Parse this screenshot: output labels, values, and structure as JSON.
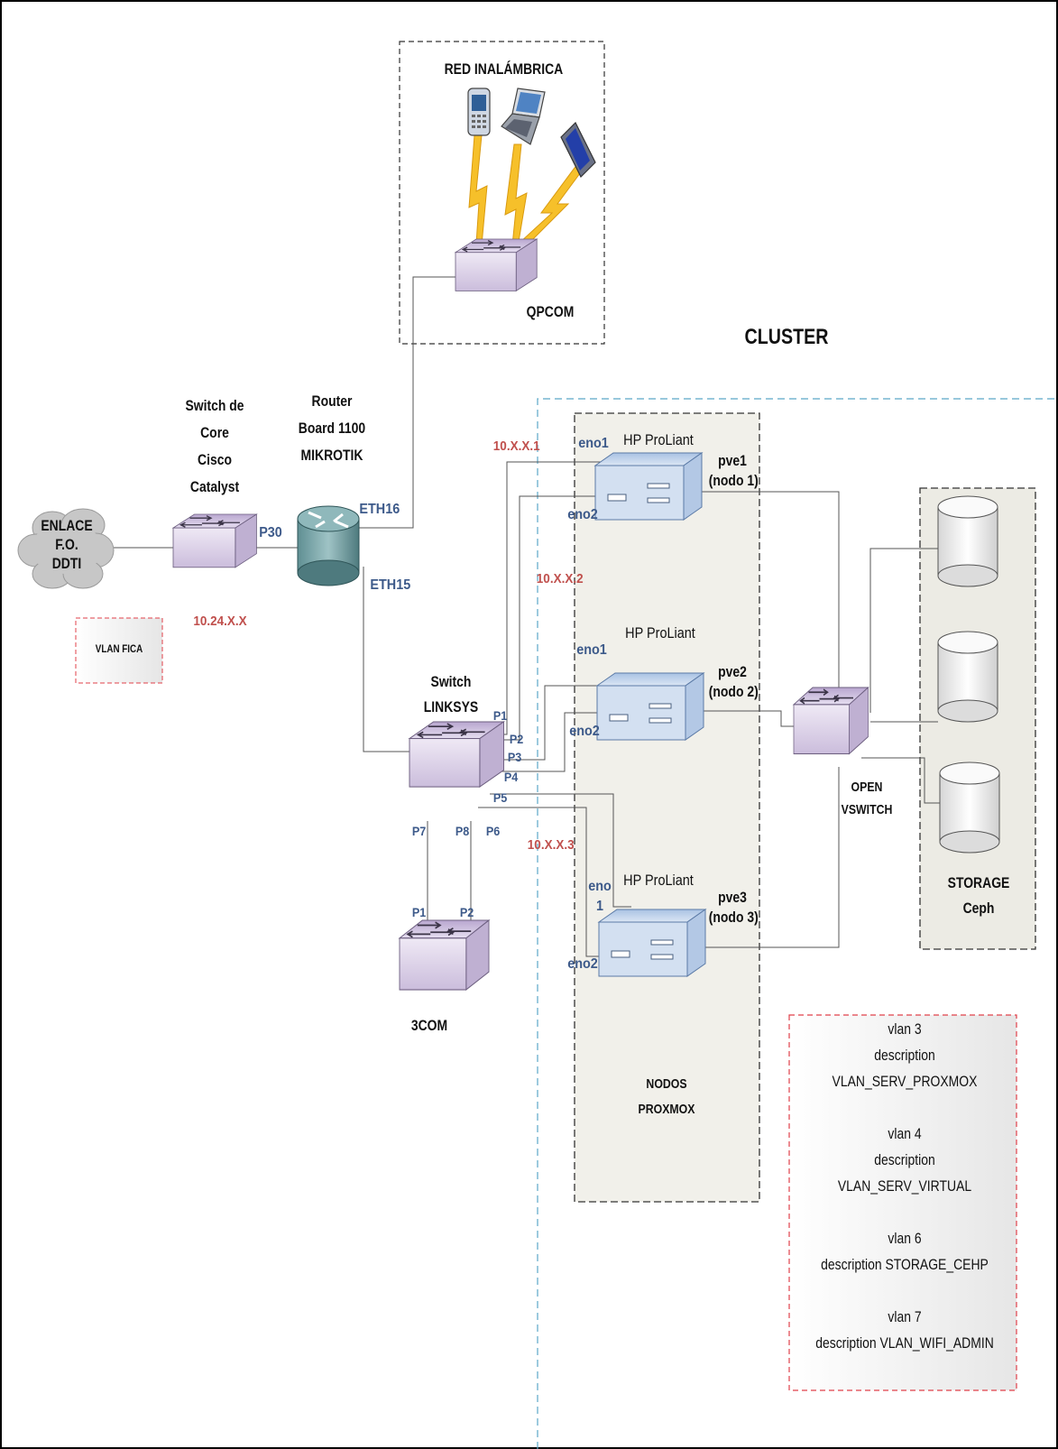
{
  "wireless": {
    "title": "RED INALÁMBRICA",
    "ap_label": "QPCOM"
  },
  "cluster_title": "CLUSTER",
  "link": {
    "line1": "ENLACE",
    "line2": "F.O.",
    "line3": "DDTI"
  },
  "core_switch": {
    "line1": "Switch de",
    "line2": "Core",
    "line3": "Cisco",
    "line4": "Catalyst",
    "port": "P30",
    "ip": "10.24.X.X"
  },
  "router": {
    "line1": "Router",
    "line2": "Board 1100",
    "line3": "MIKROTIK",
    "eth16": "ETH16",
    "eth15": "ETH15"
  },
  "vlan_fica": "VLAN FICA",
  "linksys": {
    "line1": "Switch",
    "line2": "LINKSYS",
    "ports": {
      "p1": "P1",
      "p2": "P2",
      "p3": "P3",
      "p4": "P4",
      "p5": "P5",
      "p6": "P6",
      "p7": "P7",
      "p8": "P8"
    }
  },
  "threecom": {
    "label": "3COM",
    "p1": "P1",
    "p2": "P2"
  },
  "nodes_group": {
    "line1": "NODOS",
    "line2": "PROXMOX"
  },
  "nodes": [
    {
      "model": "HP ProLiant",
      "name": "pve1",
      "sub": "(nodo 1)",
      "if1": "eno1",
      "if2": "eno2",
      "ip": "10.X.X.1"
    },
    {
      "model": "HP ProLiant",
      "name": "pve2",
      "sub": "(nodo 2)",
      "if1": "eno1",
      "if2": "eno2",
      "ip": "10.X.X.2"
    },
    {
      "model": "HP ProLiant",
      "name": "pve3",
      "sub": "(nodo 3)",
      "if1a": "eno",
      "if1b": "1",
      "if2": "eno2",
      "ip": "10.X.X.3"
    }
  ],
  "ovs": {
    "line1": "OPEN",
    "line2": "VSWITCH"
  },
  "storage": {
    "line1": "STORAGE",
    "line2": "Ceph"
  },
  "vlans": [
    {
      "id": "vlan 3",
      "desc1": "description",
      "desc2": "VLAN_SERV_PROXMOX"
    },
    {
      "id": "vlan 4",
      "desc1": "description",
      "desc2": "VLAN_SERV_VIRTUAL"
    },
    {
      "id": "vlan 6",
      "desc": "description STORAGE_CEHP"
    },
    {
      "id": "vlan 7",
      "desc": "description VLAN_WIFI_ADMIN"
    }
  ],
  "colors": {
    "port_text": "#3d5a8a",
    "ip_text": "#c0504d",
    "switch_fill": "#d8cde6",
    "server_fill": "#c9d9ef",
    "lightning": "#f2b01e"
  }
}
